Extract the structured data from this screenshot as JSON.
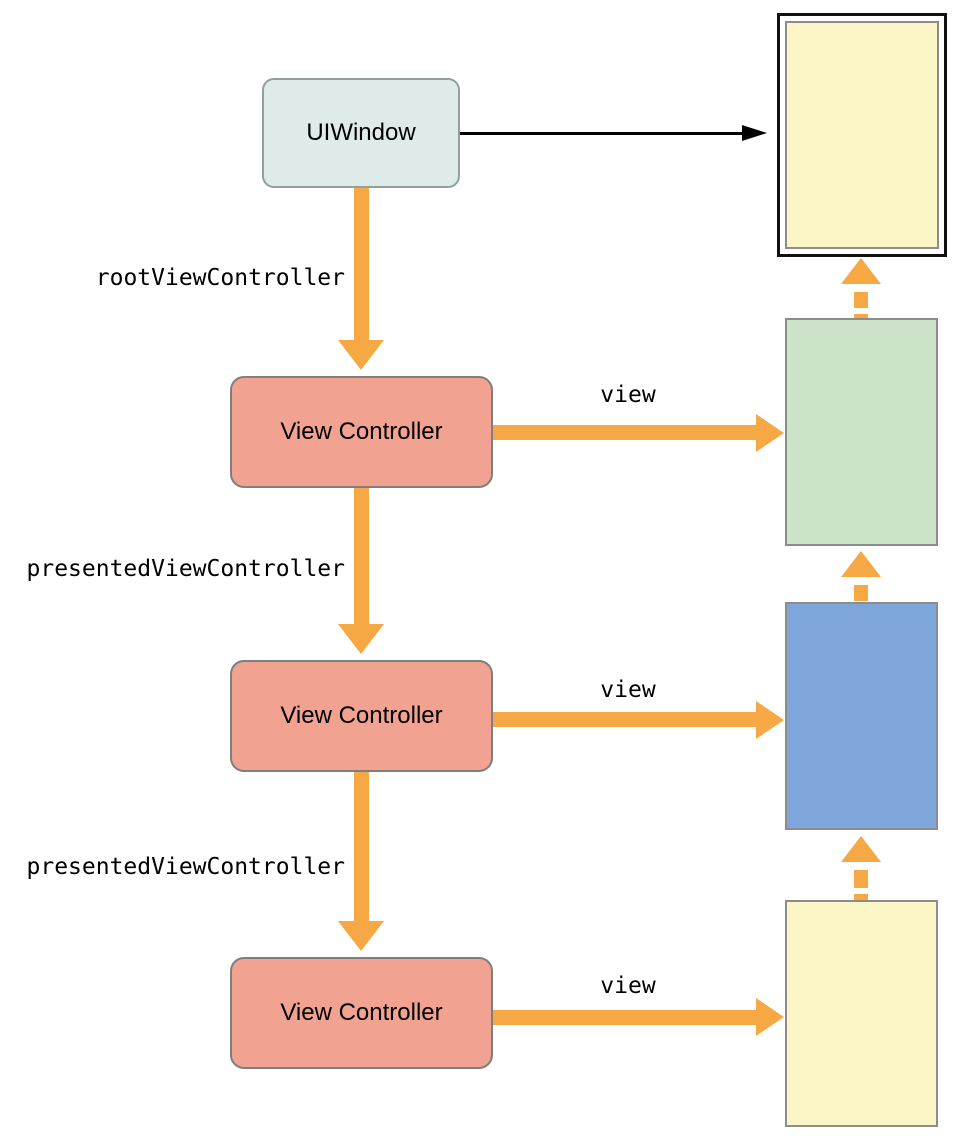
{
  "colors": {
    "orange": "#F5A843",
    "salmon": "#F1A290",
    "vc-border": "#7E7E7E",
    "window-fill": "#DFEBE9",
    "window-border": "#90A09E",
    "green-fill": "#CCE3C9",
    "blue-fill": "#7EA6DA",
    "yellow-fill": "#FCF5C5",
    "view-border": "#8C8C8C",
    "screen-border": "#111111",
    "black": "#000000"
  },
  "window": {
    "label": "UIWindow"
  },
  "controllers": [
    {
      "label": "View Controller"
    },
    {
      "label": "View Controller"
    },
    {
      "label": "View Controller"
    }
  ],
  "edges": {
    "root_label": "rootViewController",
    "presented_label_1": "presentedViewController",
    "presented_label_2": "presentedViewController",
    "view_label_1": "view",
    "view_label_2": "view",
    "view_label_3": "view"
  }
}
